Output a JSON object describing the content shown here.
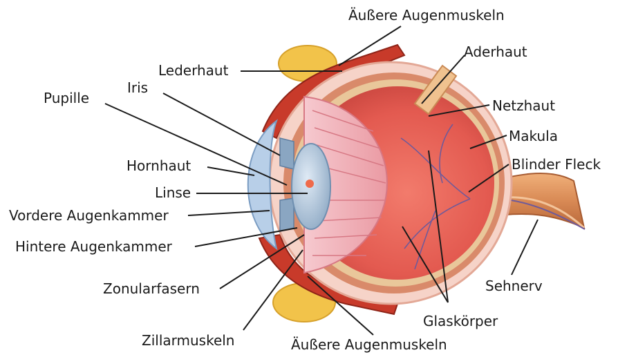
{
  "labels": {
    "outer_muscles_top": "Äußere Augenmuskeln",
    "aderhaut": "Aderhaut",
    "lederhaut": "Lederhaut",
    "iris": "Iris",
    "pupille": "Pupille",
    "netzhaut": "Netzhaut",
    "makula": "Makula",
    "hornhaut": "Hornhaut",
    "blinder_fleck": "Blinder Fleck",
    "linse": "Linse",
    "vordere_augenkammer": "Vordere Augenkammer",
    "hintere_augenkammer": "Hintere Augenkammer",
    "zonularfasern": "Zonularfasern",
    "sehnerv": "Sehnerv",
    "glaskoerper": "Glaskörper",
    "zillarmuskeln": "Zillarmuskeln",
    "outer_muscles_bottom": "Äußere Augenmuskeln"
  },
  "colors": {
    "fat": "#f2c34a",
    "muscle": "#c83a2a",
    "sclera": "#f6d3c8",
    "choroid": "#d98a6a",
    "retina": "#e9c79a",
    "vitreous": "#e85a50",
    "cornea": "#b8cfe8",
    "lens": "#a9c0d6",
    "iris": "#8aa6c2",
    "nerve": "#d9905a",
    "leader": "#1a1a1a"
  }
}
